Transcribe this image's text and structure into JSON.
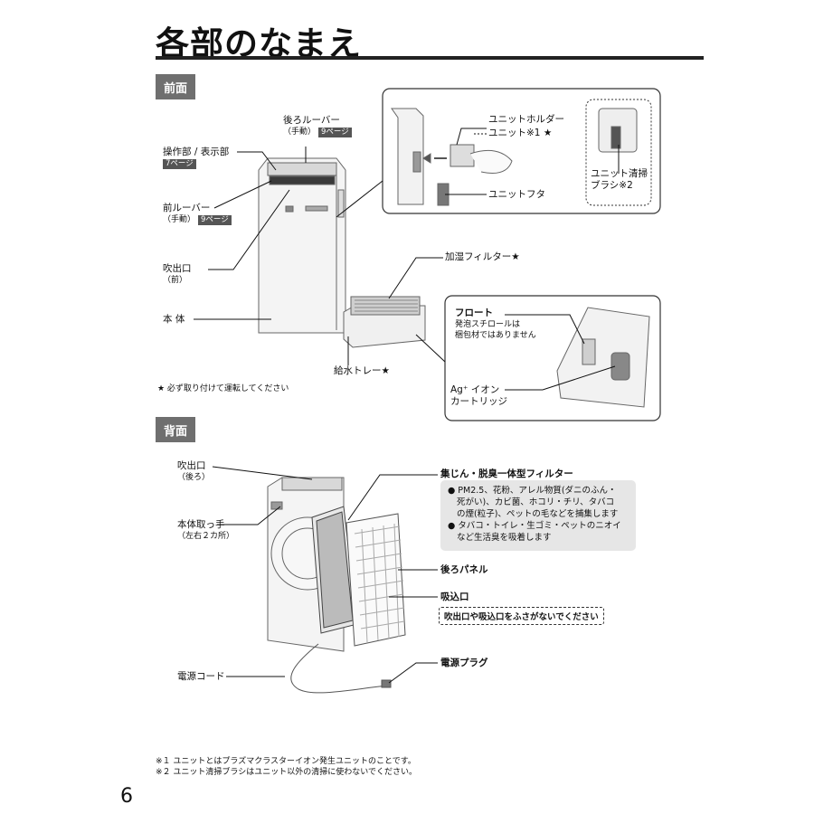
{
  "page": {
    "title": "各部のなまえ",
    "page_number": "6"
  },
  "front": {
    "section_label": "前面",
    "rear_louver": {
      "name": "後ろルーバー",
      "sub": "（手動）",
      "page_ref": "9ページ"
    },
    "control_panel": {
      "name": "操作部 / 表示部",
      "page_ref": "7ページ"
    },
    "front_louver": {
      "name": "前ルーバー",
      "sub": "（手動）",
      "page_ref": "9ページ"
    },
    "outlet": {
      "name": "吹出口",
      "sub": "（前）"
    },
    "body": "本 体",
    "water_tray": "給水トレー★",
    "humidifying_filter": "加湿フィルター★",
    "must_install_note": "★ 必ず取り付けて運転してください",
    "unit_holder": "ユニットホルダー",
    "unit": "ユニット※1 ★",
    "unit_cover": "ユニットフタ",
    "unit_brush": {
      "line1": "ユニット清掃",
      "line2": "ブラシ※2"
    },
    "float": {
      "name": "フロート",
      "note1": "発泡スチロールは",
      "note2": "梱包材ではありません"
    },
    "ag_cartridge": {
      "line1": "Ag⁺ イオン",
      "line2": "カートリッジ"
    }
  },
  "back": {
    "section_label": "背面",
    "outlet": {
      "name": "吹出口",
      "sub": "（後ろ）"
    },
    "handle": {
      "name": "本体取っ手",
      "sub": "（左右２カ所）"
    },
    "power_cord": "電源コード",
    "filter": {
      "name": "集じん・脱臭一体型フィルター",
      "bullet1_line1": "● PM2.5、花粉、アレル物質(ダニのふん・",
      "bullet1_line2": "死がい)、カビ菌、ホコリ・チリ、タバコ",
      "bullet1_line3": "の煙(粒子)、ペットの毛などを捕集します",
      "bullet2_line1": "● タバコ・トイレ・生ゴミ・ペットのニオイ",
      "bullet2_line2": "など生活臭を吸着します"
    },
    "rear_panel": "後ろパネル",
    "inlet": "吸込口",
    "warning": "吹出口や吸込口をふさがないでください",
    "power_plug": "電源プラグ"
  },
  "footnotes": {
    "note1": "※１ ユニットとはプラズマクラスターイオン発生ユニットのことです。",
    "note2": "※２ ユニット清掃ブラシはユニット以外の清掃に使わないでください。"
  }
}
